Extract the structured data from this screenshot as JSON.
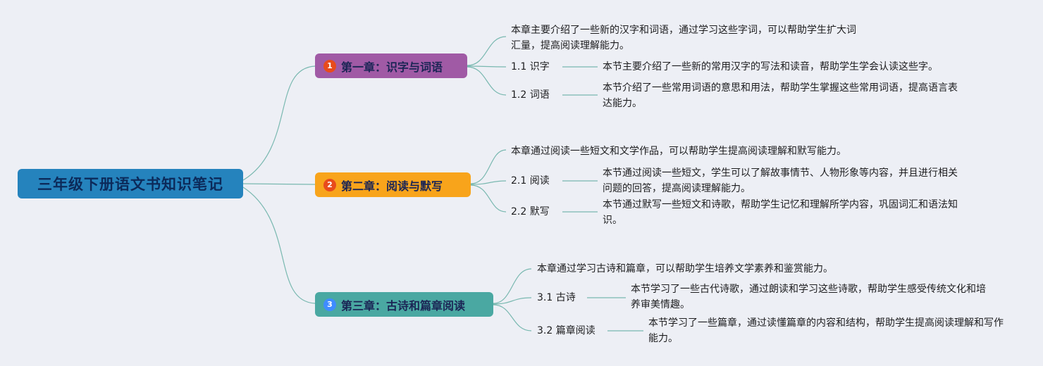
{
  "root": {
    "label": "三年级下册语文书知识笔记"
  },
  "chapters": [
    {
      "badge": "1",
      "title": "第一章：识字与词语",
      "summary": "本章主要介绍了一些新的汉字和词语，通过学习这些字词，可以帮助学生扩大词汇量，提高阅读理解能力。",
      "sections": [
        {
          "label": "1.1 识字",
          "desc": "本节主要介绍了一些新的常用汉字的写法和读音，帮助学生学会认读这些字。"
        },
        {
          "label": "1.2 词语",
          "desc": "本节介绍了一些常用词语的意思和用法，帮助学生掌握这些常用词语，提高语言表达能力。"
        }
      ]
    },
    {
      "badge": "2",
      "title": "第二章：阅读与默写",
      "summary": "本章通过阅读一些短文和文学作品，可以帮助学生提高阅读理解和默写能力。",
      "sections": [
        {
          "label": "2.1 阅读",
          "desc": "本节通过阅读一些短文，学生可以了解故事情节、人物形象等内容，并且进行相关问题的回答，提高阅读理解能力。"
        },
        {
          "label": "2.2 默写",
          "desc": "本节通过默写一些短文和诗歌，帮助学生记忆和理解所学内容，巩固词汇和语法知识。"
        }
      ]
    },
    {
      "badge": "3",
      "title": "第三章：古诗和篇章阅读",
      "summary": "本章通过学习古诗和篇章，可以帮助学生培养文学素养和鉴赏能力。",
      "sections": [
        {
          "label": "3.1 古诗",
          "desc": "本节学习了一些古代诗歌，通过朗读和学习这些诗歌，帮助学生感受传统文化和培养审美情趣。"
        },
        {
          "label": "3.2 篇章阅读",
          "desc": "本节学习了一些篇章，通过读懂篇章的内容和结构，帮助学生提高阅读理解和写作能力。"
        }
      ]
    }
  ],
  "colors": {
    "background": "#edeff5",
    "root-bg": "#2583bd",
    "root-text": "#0c2a5a",
    "ch1-bg": "#a05aa5",
    "ch2-bg": "#f8a41b",
    "ch3-bg": "#4aa8a2",
    "node-text": "#1b2555",
    "badge-red": "#e84b1c",
    "badge-blue": "#3f8cff",
    "line": "#79b8b0"
  }
}
